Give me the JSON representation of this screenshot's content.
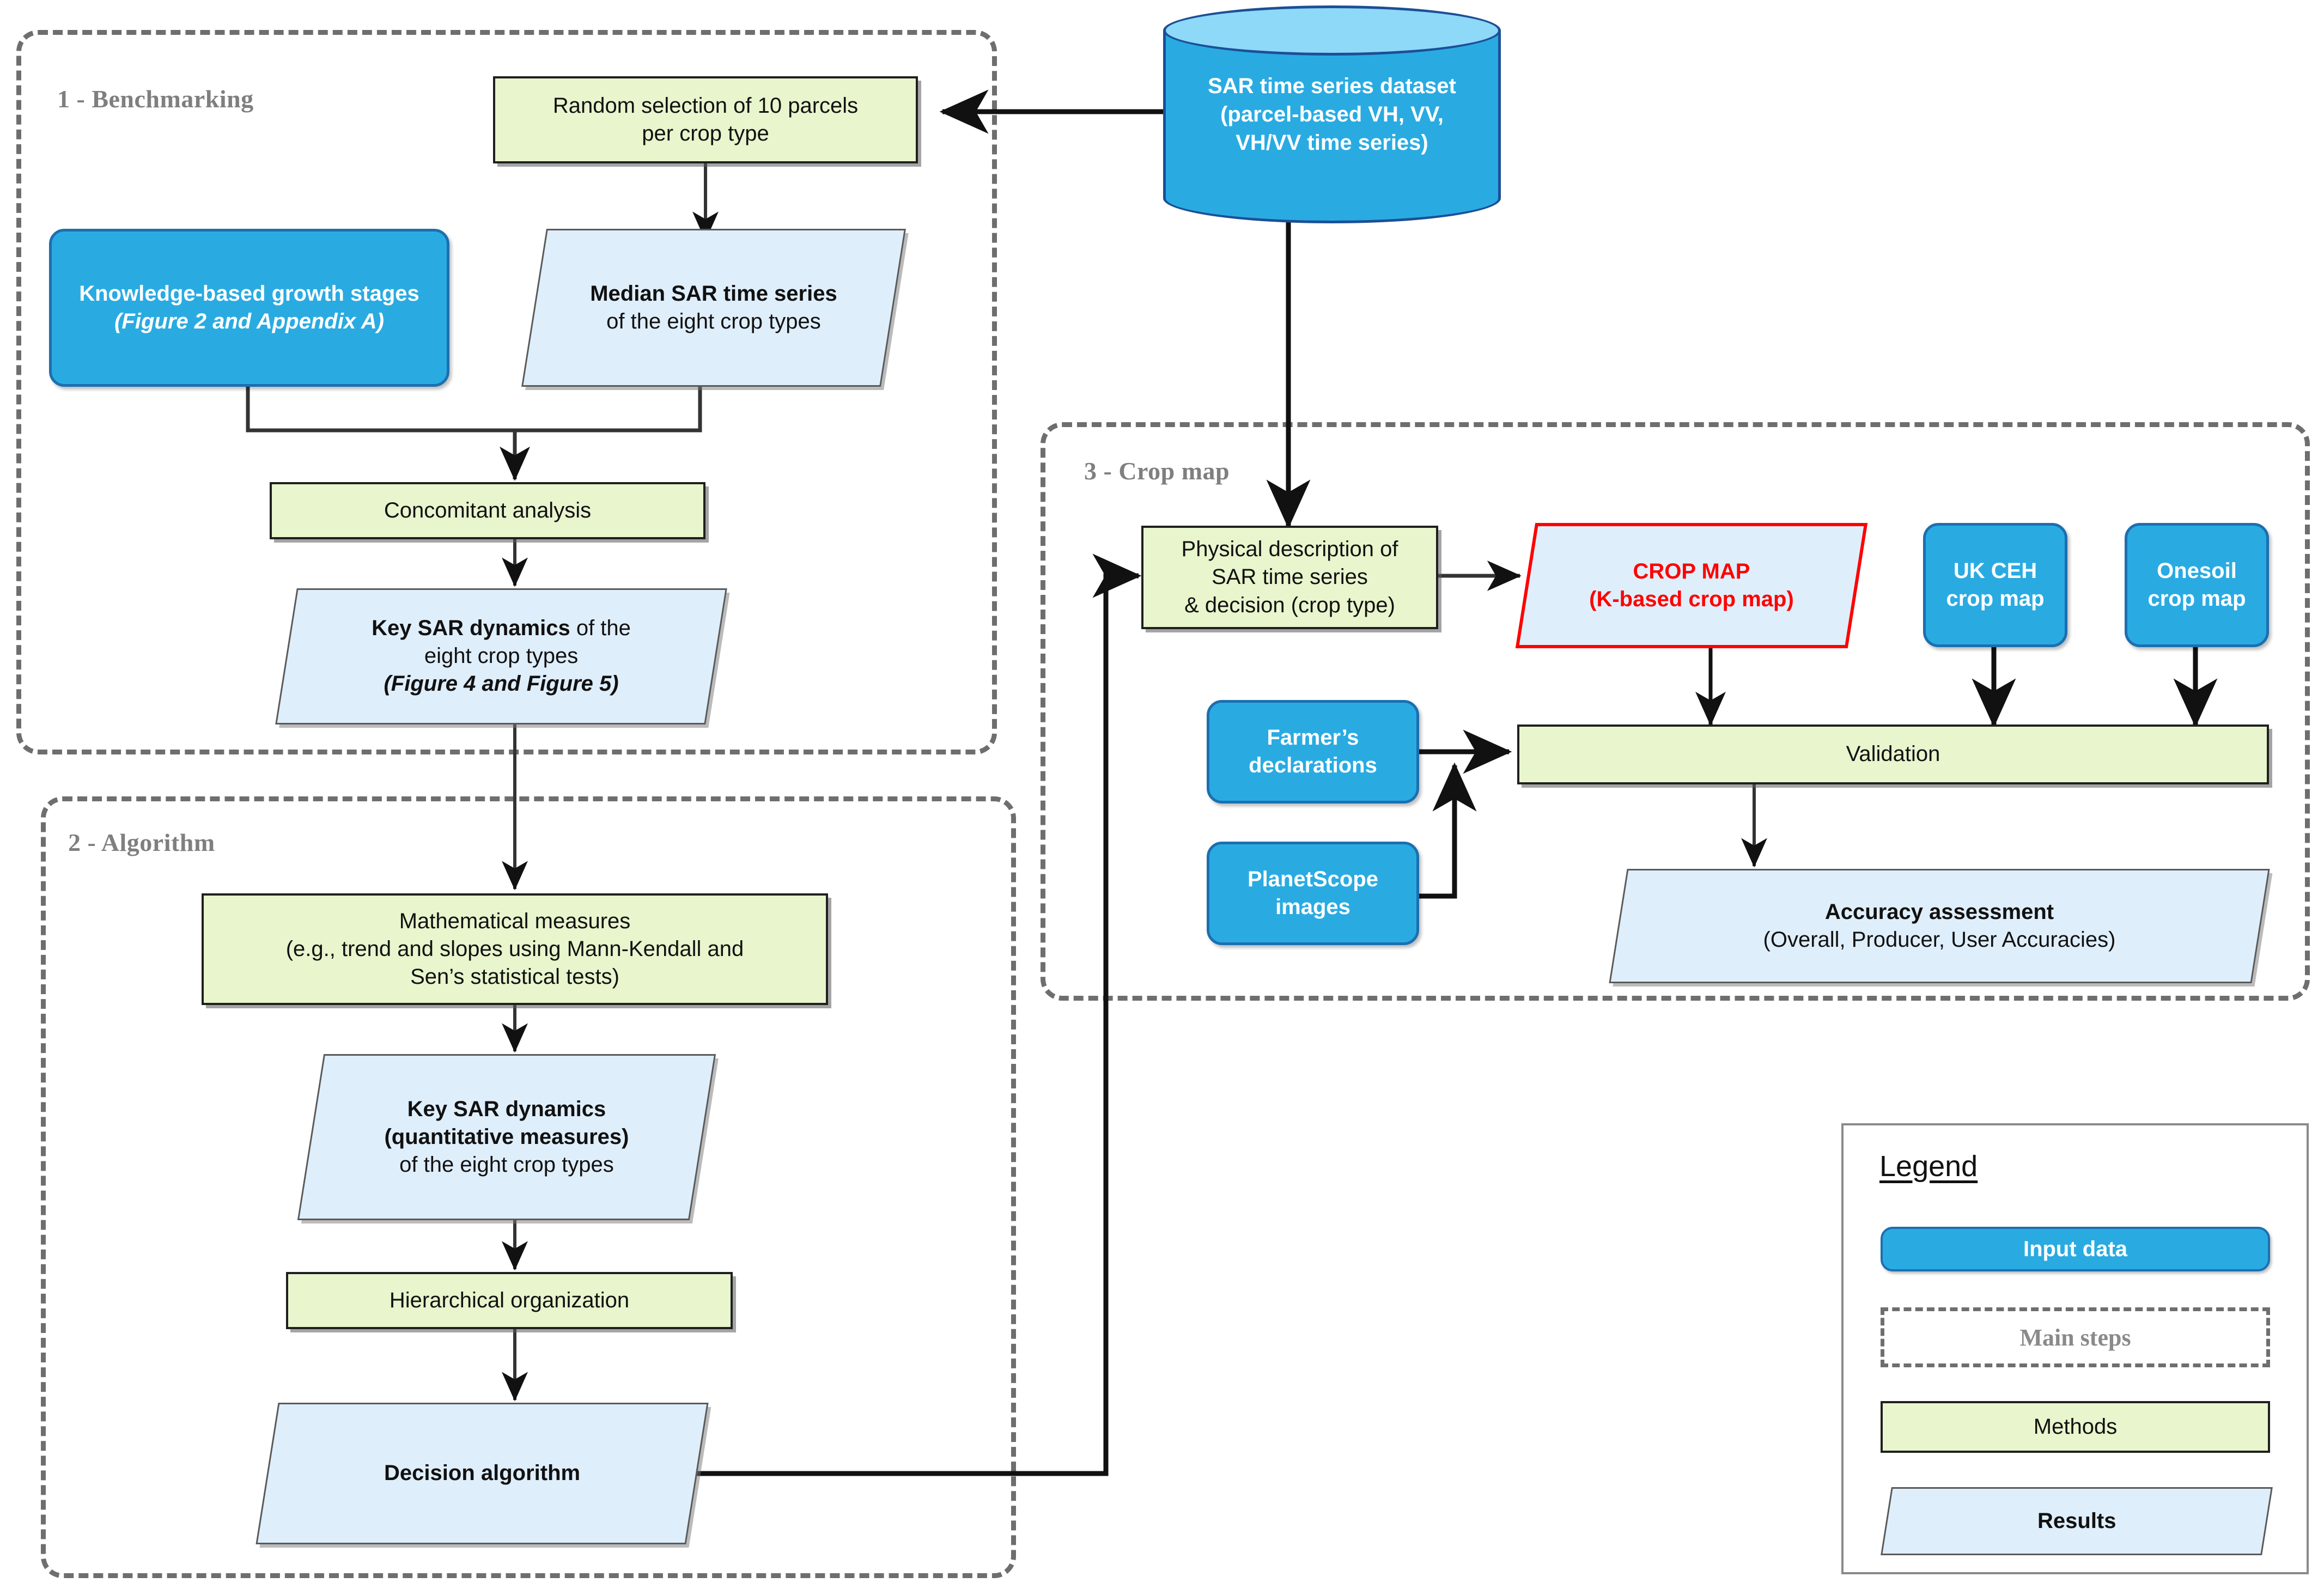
{
  "figure": {
    "type": "flowchart",
    "description": "Methodological workflow for knowledge-based crop mapping from SAR time series"
  },
  "groups": [
    {
      "id": "benchmarking",
      "label": "1 - Benchmarking"
    },
    {
      "id": "algorithm",
      "label": "2 - Algorithm"
    },
    {
      "id": "cropmap",
      "label": "3 - Crop map"
    }
  ],
  "nodes": {
    "random_selection": {
      "kind": "method",
      "line1": "Random selection of 10 parcels",
      "line2": "per crop type"
    },
    "knowledge_stages": {
      "kind": "input-data",
      "line1": "Knowledge-based growth stages",
      "line2": "(Figure 2 and Appendix A)"
    },
    "median_sar": {
      "kind": "result",
      "line1": "Median SAR time series",
      "line2": "of the eight crop types"
    },
    "concomitant": {
      "kind": "method",
      "line1": "Concomitant analysis"
    },
    "key_dynamics_1": {
      "kind": "result",
      "line1": "Key SAR dynamics",
      "line1b": " of the",
      "line2": "eight crop types",
      "line3": "(Figure 4 and Figure 5)"
    },
    "math_measures": {
      "kind": "method",
      "line1": "Mathematical measures",
      "line2": "(e.g., trend and slopes using Mann-Kendall and",
      "line3": "Sen’s statistical tests)"
    },
    "key_dynamics_2": {
      "kind": "result",
      "line1": "Key SAR dynamics",
      "line2": "(quantitative measures)",
      "line3": "of the eight crop types"
    },
    "hierarchical": {
      "kind": "method",
      "line1": "Hierarchical organization"
    },
    "decision_alg": {
      "kind": "result",
      "line1": "Decision algorithm"
    },
    "sar_dataset": {
      "kind": "database",
      "line1": "SAR time series dataset",
      "line2": "(parcel-based VH, VV,",
      "line3": "VH/VV time series)"
    },
    "physical_desc": {
      "kind": "method",
      "line1": "Physical description of",
      "line2": "SAR time series",
      "line3": "& decision (crop type)"
    },
    "crop_map": {
      "kind": "result-highlight",
      "line1": "CROP MAP",
      "line2": "(K-based crop map)",
      "color": "#ff0000"
    },
    "uk_ceh": {
      "kind": "input-data",
      "line1": "UK CEH",
      "line2": "crop map"
    },
    "onesoil": {
      "kind": "input-data",
      "line1": "Onesoil",
      "line2": "crop map"
    },
    "farmers": {
      "kind": "input-data",
      "line1": "Farmer’s",
      "line2": "declarations"
    },
    "planetscope": {
      "kind": "input-data",
      "line1": "PlanetScope",
      "line2": "images"
    },
    "validation": {
      "kind": "method",
      "line1": "Validation"
    },
    "accuracy": {
      "kind": "result",
      "line1": "Accuracy assessment",
      "line2": "(Overall, Producer, User Accuracies)"
    }
  },
  "legend": {
    "title": "Legend",
    "items": [
      {
        "id": "input-data",
        "label": "Input data",
        "color": "#29ABE2"
      },
      {
        "id": "main-steps",
        "label": "Main steps",
        "color": "#6e6e6e"
      },
      {
        "id": "methods",
        "label": "Methods",
        "color": "#e8f5cd"
      },
      {
        "id": "results",
        "label": "Results",
        "color": "#dfeefb"
      }
    ]
  },
  "colors": {
    "input_data": "#29ABE2",
    "methods": "#e8f5cd",
    "results": "#dfeefb",
    "group_dash": "#6e6e6e",
    "highlight": "#ff0000"
  }
}
